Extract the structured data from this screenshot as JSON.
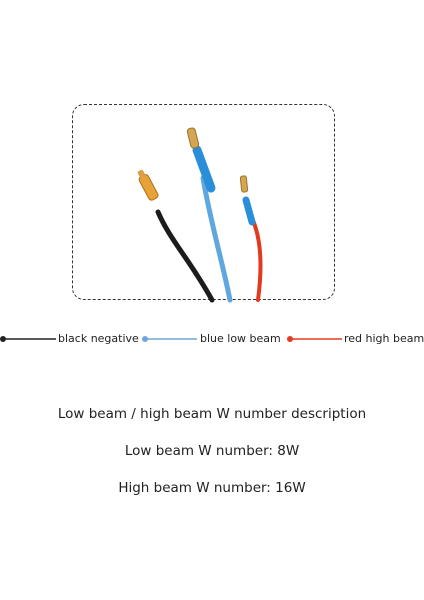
{
  "legend": {
    "black": {
      "label": "black negative",
      "color": "#222222"
    },
    "blue": {
      "label": "blue low beam",
      "color": "#6fa6dc"
    },
    "red": {
      "label": "red high beam",
      "color": "#e43b22"
    }
  },
  "description": {
    "title": "Low beam / high beam W number description",
    "low_beam": "Low beam W number: 8W",
    "high_beam": "High beam W number: 16W"
  }
}
